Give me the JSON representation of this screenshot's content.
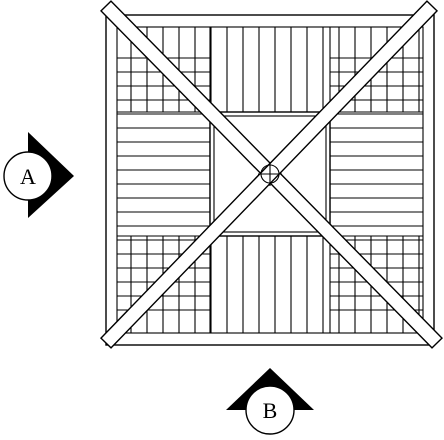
{
  "plan": {
    "section_markers": [
      {
        "id": "A",
        "label": "A",
        "pointing": "right"
      },
      {
        "id": "B",
        "label": "B",
        "pointing": "up"
      }
    ],
    "colors": {
      "ink": "#000000",
      "paper": "#ffffff"
    }
  }
}
